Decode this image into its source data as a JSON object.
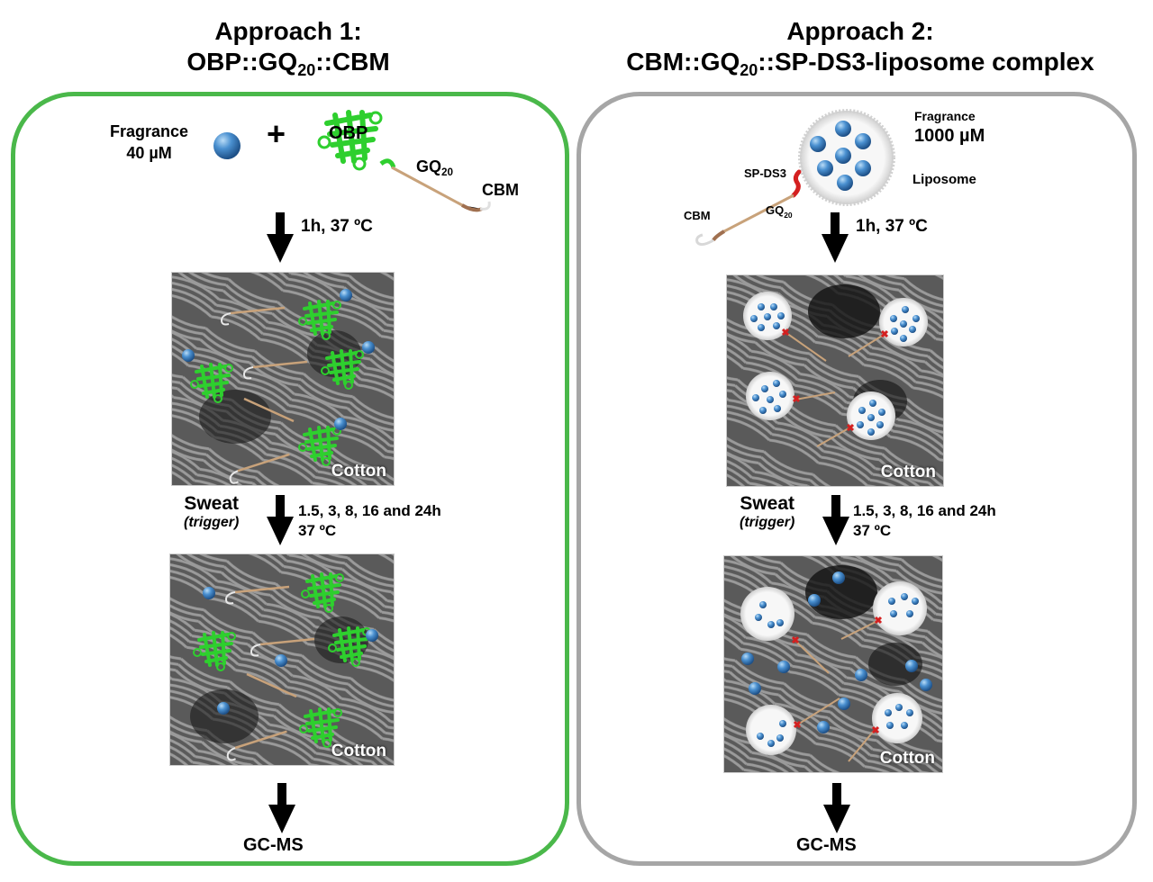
{
  "approach1": {
    "title_line1": "Approach 1:",
    "title_line2_pre": "OBP::GQ",
    "title_line2_sub": "20",
    "title_line2_post": "::CBM",
    "fragrance_label": "Fragrance",
    "fragrance_conc": "40 µM",
    "plus": "+",
    "obp_label": "OBP",
    "gq_label": "GQ",
    "gq_sub": "20",
    "cbm_label": "CBM",
    "step1": "1h, 37 ºC",
    "cotton_label": "Cotton",
    "sweat_label": "Sweat",
    "trigger_label": "(trigger)",
    "step2_line1": "1.5, 3, 8, 16 and 24h",
    "step2_line2": "37 ºC",
    "cotton_label_2": "Cotton",
    "gcms": "GC-MS"
  },
  "approach2": {
    "title_line1": "Approach 2:",
    "title_line2_pre": "CBM::GQ",
    "title_line2_sub": "20",
    "title_line2_post": "::SP-DS3-liposome complex",
    "fragrance_label": "Fragrance",
    "fragrance_conc": "1000 µM",
    "liposome_label": "Liposome",
    "spds3_label": "SP-DS3",
    "cbm_label": "CBM",
    "gq_label": "GQ",
    "gq_sub": "20",
    "step1": "1h, 37 ºC",
    "cotton_label": "Cotton",
    "sweat_label": "Sweat",
    "trigger_label": "(trigger)",
    "step2_line1": "1.5, 3, 8, 16 and 24h",
    "step2_line2": "37 ºC",
    "cotton_label_2": "Cotton",
    "gcms": "GC-MS"
  },
  "colors": {
    "panel1_border": "#4ab84a",
    "panel2_border": "#a6a6a6",
    "protein_green": "#3ddc3d",
    "fragrance_blue": "#3a7fc4",
    "linker_red": "#d42020"
  }
}
